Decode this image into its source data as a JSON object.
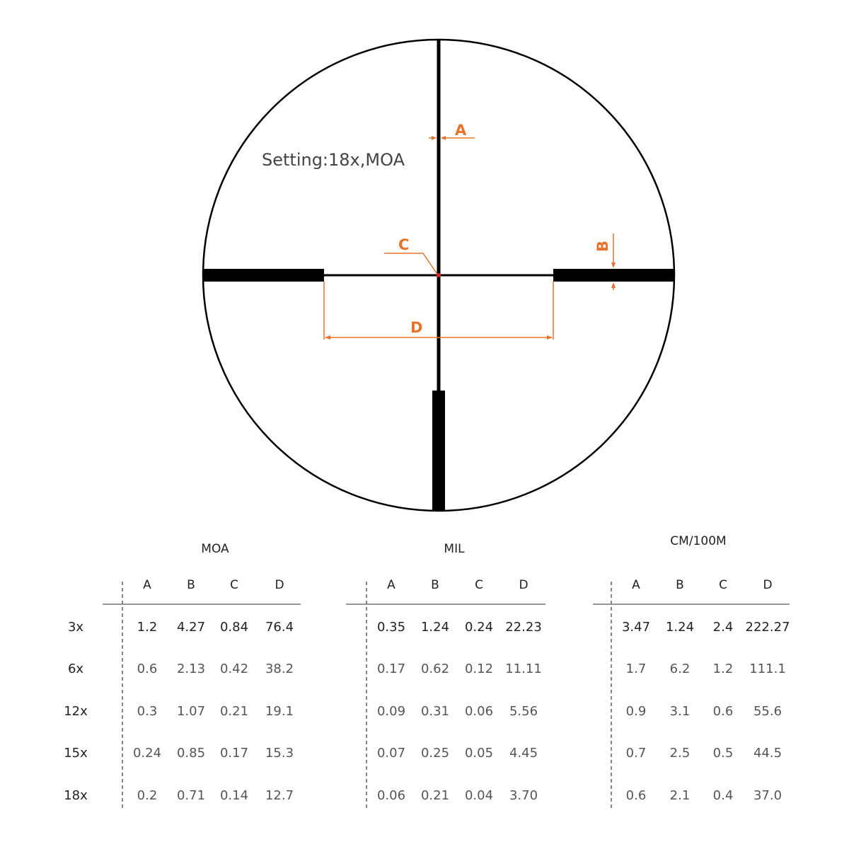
{
  "diagram": {
    "setting_text": "Setting:18x,MOA",
    "labels": {
      "a": "A",
      "b": "B",
      "c": "C",
      "d": "D"
    },
    "colors": {
      "reticle": "#000000",
      "annotation": "#e8722c",
      "center_dot": "#e02020"
    }
  },
  "table": {
    "columns": [
      "A",
      "B",
      "C",
      "D"
    ],
    "magnifications": [
      "3x",
      "6x",
      "12x",
      "15x",
      "18x"
    ],
    "groups": [
      {
        "title": "MOA",
        "rows": [
          [
            "1.2",
            "4.27",
            "0.84",
            "76.4"
          ],
          [
            "0.6",
            "2.13",
            "0.42",
            "38.2"
          ],
          [
            "0.3",
            "1.07",
            "0.21",
            "19.1"
          ],
          [
            "0.24",
            "0.85",
            "0.17",
            "15.3"
          ],
          [
            "0.2",
            "0.71",
            "0.14",
            "12.7"
          ]
        ]
      },
      {
        "title": "MIL",
        "rows": [
          [
            "0.35",
            "1.24",
            "0.24",
            "22.23"
          ],
          [
            "0.17",
            "0.62",
            "0.12",
            "11.11"
          ],
          [
            "0.09",
            "0.31",
            "0.06",
            "5.56"
          ],
          [
            "0.07",
            "0.25",
            "0.05",
            "4.45"
          ],
          [
            "0.06",
            "0.21",
            "0.04",
            "3.70"
          ]
        ]
      },
      {
        "title": "CM/100M",
        "rows": [
          [
            "3.47",
            "1.24",
            "2.4",
            "222.27"
          ],
          [
            "1.7",
            "6.2",
            "1.2",
            "111.1"
          ],
          [
            "0.9",
            "3.1",
            "0.6",
            "55.6"
          ],
          [
            "0.7",
            "2.5",
            "0.5",
            "44.5"
          ],
          [
            "0.6",
            "2.1",
            "0.4",
            "37.0"
          ]
        ]
      }
    ]
  }
}
